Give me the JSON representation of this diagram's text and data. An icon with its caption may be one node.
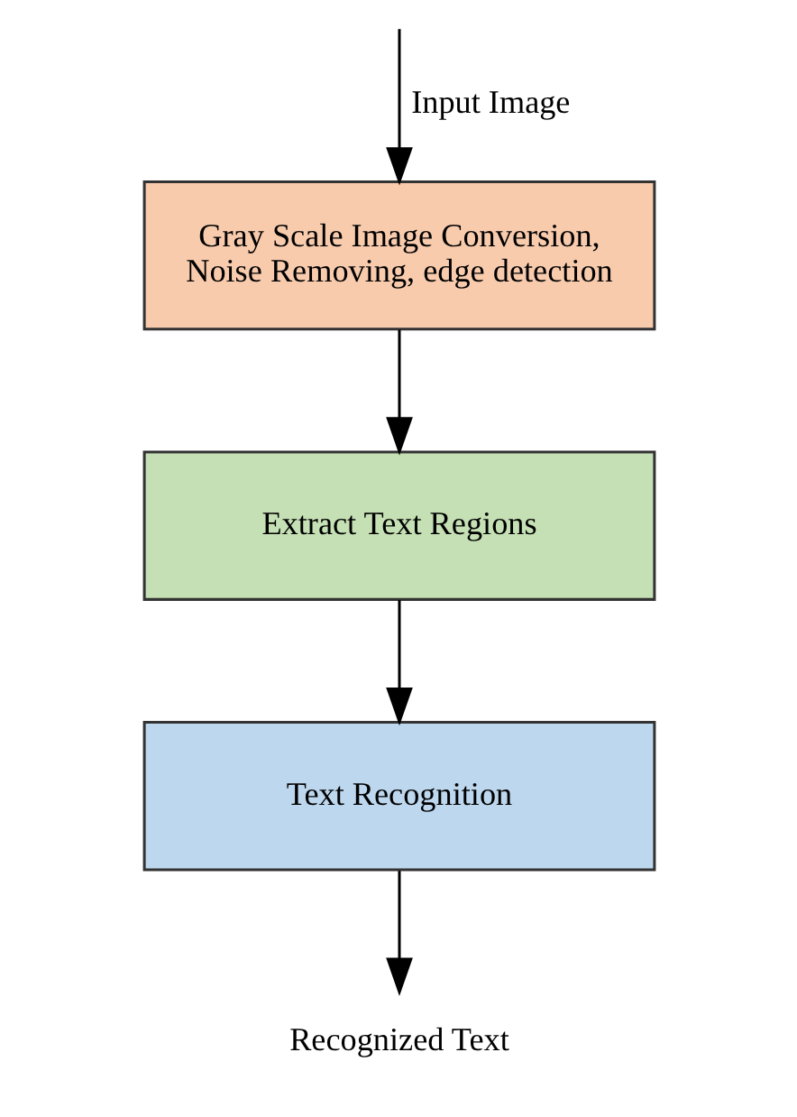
{
  "diagram": {
    "nodes": [
      {
        "text": [
          "Gray Scale Image Conversion, Noise Removing, edge detection"
        ]
      },
      {
        "text": [
          "Extract Text Regions"
        ]
      },
      {
        "text": [
          "Text Recognition"
        ]
      },
      {
        "text": [
          "Recognized Text"
        ]
      }
    ],
    "edges": [
      {
        "from": null,
        "to": 0,
        "arrow": "to",
        "label": "Input Image"
      },
      {
        "from": 0,
        "to": 1,
        "arrow": "to"
      },
      {
        "from": 1,
        "to": 2,
        "arrow": "to"
      },
      {
        "from": 2,
        "to": 3,
        "arrow": "to"
      }
    ]
  }
}
